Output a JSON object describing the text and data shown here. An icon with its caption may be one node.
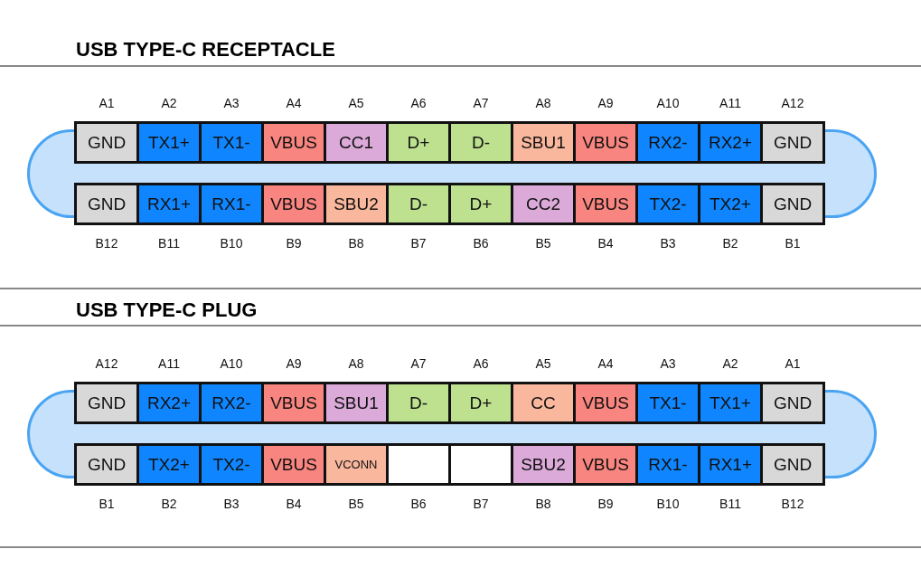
{
  "diagram": {
    "nodes": [
      {
        "text": [
          "GND"
        ],
        "beside": [
          "A1"
        ]
      },
      {
        "text": [
          "TX1+"
        ],
        "beside": [
          "A2"
        ]
      },
      {
        "text": [
          "TX1-"
        ],
        "beside": [
          "A3"
        ]
      },
      {
        "text": [
          "VBUS"
        ],
        "beside": [
          "A4"
        ]
      },
      {
        "text": [
          "CC1"
        ],
        "beside": [
          "A5"
        ]
      },
      {
        "text": [
          "D+"
        ],
        "beside": [
          "A6"
        ]
      },
      {
        "text": [
          "D-"
        ],
        "beside": [
          "A7"
        ]
      },
      {
        "text": [
          "SBU1"
        ],
        "beside": [
          "A8"
        ]
      },
      {
        "text": [
          "VBUS"
        ],
        "beside": [
          "A9"
        ]
      },
      {
        "text": [
          "RX2-"
        ],
        "beside": [
          "A10"
        ]
      },
      {
        "text": [
          "RX2+"
        ],
        "beside": [
          "A11"
        ]
      },
      {
        "text": [
          "GND"
        ],
        "beside": [
          "A12"
        ]
      },
      {
        "text": [
          "GND"
        ],
        "beside": [
          "B12"
        ]
      },
      {
        "text": [
          "RX1+"
        ],
        "beside": [
          "B11"
        ]
      },
      {
        "text": [
          "RX1-"
        ],
        "beside": [
          "B10"
        ]
      },
      {
        "text": [
          "VBUS"
        ],
        "beside": [
          "B9"
        ]
      },
      {
        "text": [
          "SBU2"
        ],
        "beside": [
          "B8"
        ]
      },
      {
        "text": [
          "D-"
        ],
        "beside": [
          "B7"
        ]
      },
      {
        "text": [
          "D+"
        ],
        "beside": [
          "B6"
        ]
      },
      {
        "text": [
          "CC2"
        ],
        "beside": [
          "B5"
        ]
      },
      {
        "text": [
          "VBUS"
        ],
        "beside": [
          "B4"
        ]
      },
      {
        "text": [
          "TX2-"
        ],
        "beside": [
          "B3"
        ]
      },
      {
        "text": [
          "TX2+"
        ],
        "beside": [
          "B2"
        ]
      },
      {
        "text": [
          "GND"
        ],
        "beside": [
          "B1"
        ]
      },
      {
        "text": [
          "GND"
        ],
        "beside": [
          "A12"
        ]
      },
      {
        "text": [
          "RX2+"
        ],
        "beside": [
          "A11"
        ]
      },
      {
        "text": [
          "RX2-"
        ],
        "beside": [
          "A10"
        ]
      },
      {
        "text": [
          "VBUS"
        ],
        "beside": [
          "A9"
        ]
      },
      {
        "text": [
          "SBU1"
        ],
        "beside": [
          "A8"
        ]
      },
      {
        "text": [
          "D-"
        ],
        "beside": [
          "A7"
        ]
      },
      {
        "text": [
          "D+"
        ],
        "beside": [
          "A6"
        ]
      },
      {
        "text": [
          "CC"
        ],
        "beside": [
          "A5"
        ]
      },
      {
        "text": [
          "VBUS"
        ],
        "beside": [
          "A4"
        ]
      },
      {
        "text": [
          "TX1-"
        ],
        "beside": [
          "A3"
        ]
      },
      {
        "text": [
          "TX1+"
        ],
        "beside": [
          "A2"
        ]
      },
      {
        "text": [
          "GND"
        ],
        "beside": [
          "A1"
        ]
      },
      {
        "text": [
          "GND"
        ],
        "beside": [
          "B1"
        ]
      },
      {
        "text": [
          "TX2+"
        ],
        "beside": [
          "B2"
        ]
      },
      {
        "text": [
          "TX2-"
        ],
        "beside": [
          "B3"
        ]
      },
      {
        "text": [
          "VBUS"
        ],
        "beside": [
          "B4"
        ]
      },
      {
        "text": [
          "VCONN"
        ],
        "beside": [
          "B5"
        ]
      },
      {
        "text": [],
        "shape": "box",
        "beside": [
          "B6"
        ]
      },
      {
        "text": [],
        "shape": "box",
        "beside": [
          "B7"
        ]
      },
      {
        "text": [
          "SBU2"
        ],
        "beside": [
          "B8"
        ]
      },
      {
        "text": [
          "VBUS"
        ],
        "beside": [
          "B9"
        ]
      },
      {
        "text": [
          "RX1-"
        ],
        "beside": [
          "B10"
        ]
      },
      {
        "text": [
          "RX1+"
        ],
        "beside": [
          "B11"
        ]
      },
      {
        "text": [
          "GND"
        ],
        "beside": [
          "B12"
        ]
      }
    ],
    "labels": [
      "USB TYPE-C RECEPTACLE",
      "USB TYPE-C PLUG"
    ]
  }
}
